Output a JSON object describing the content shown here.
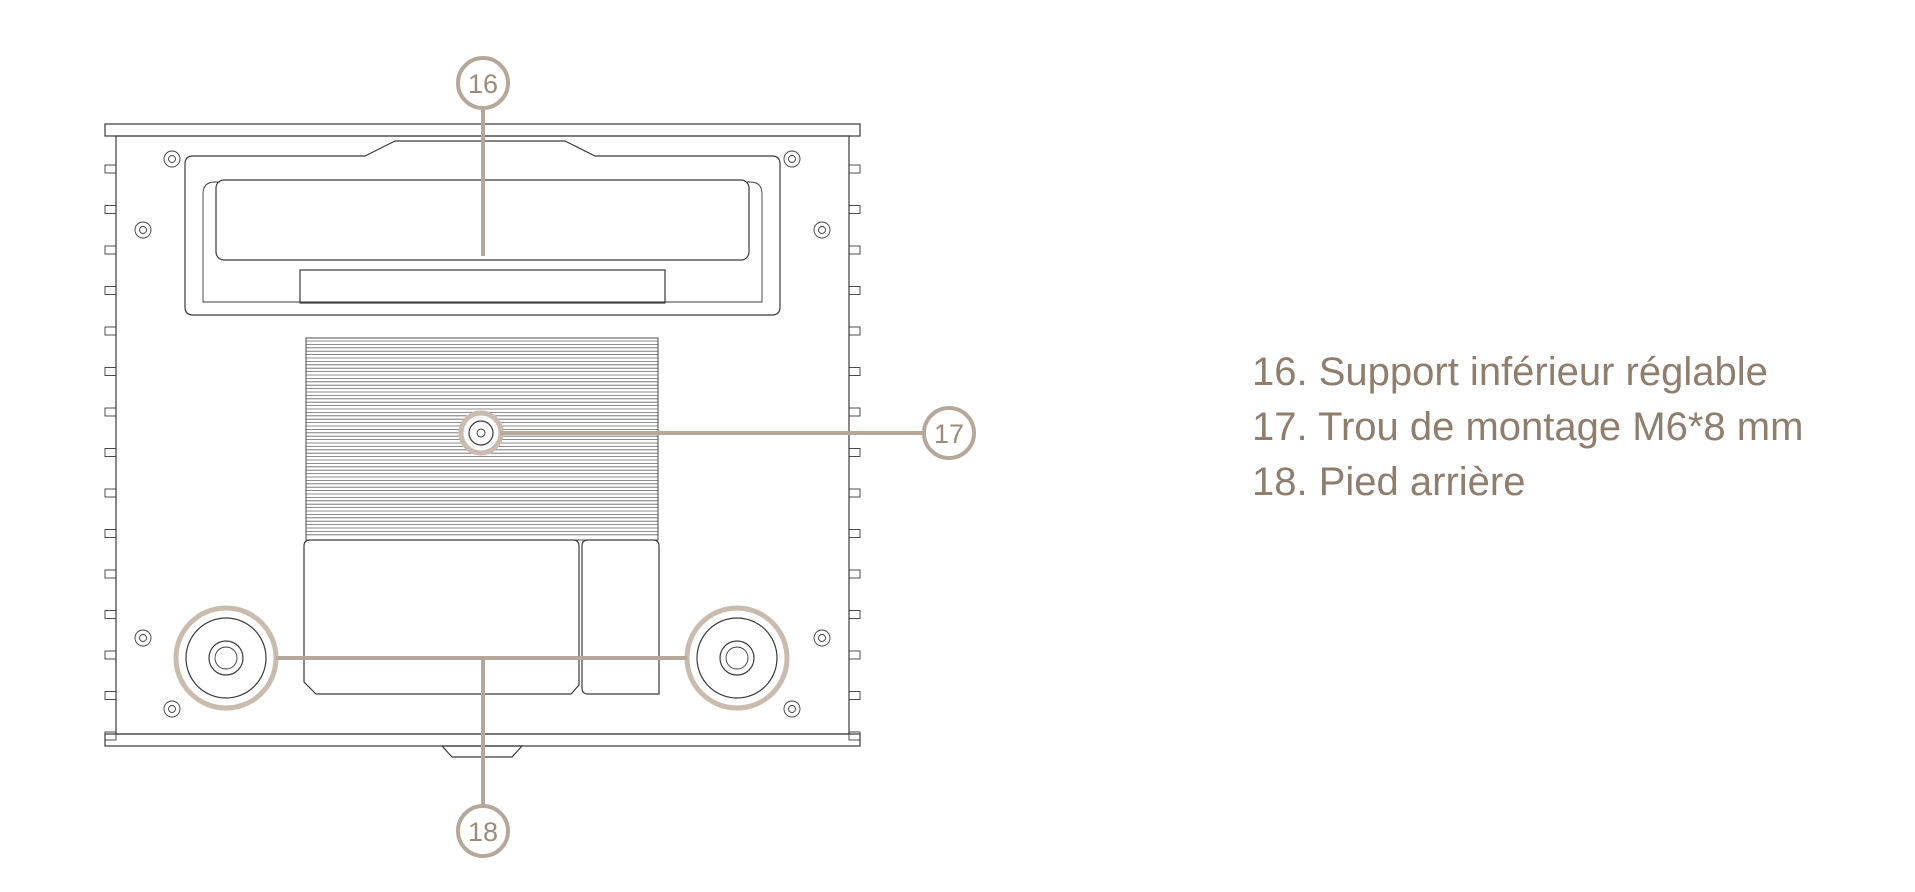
{
  "callouts": {
    "c16": "16",
    "c17": "17",
    "c18": "18"
  },
  "legend": {
    "items": [
      "16. Support inférieur réglable",
      "17. Trou de montage M6*8 mm",
      "18. Pied arrière"
    ]
  },
  "colors": {
    "accent": "#b5a79a",
    "text": "#8f7d6e",
    "outline": "#3a3a3a"
  }
}
